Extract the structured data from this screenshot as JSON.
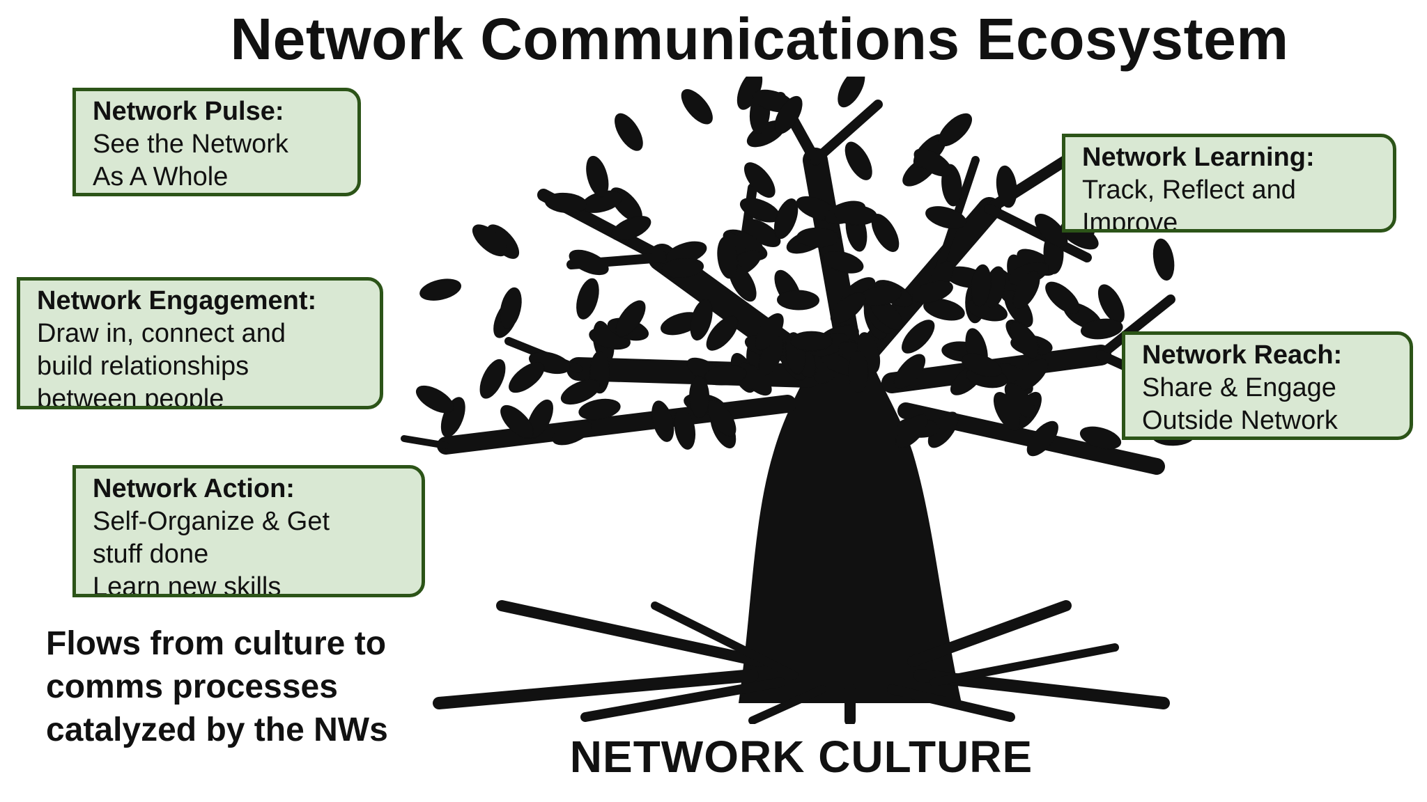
{
  "title": "Network Communications Ecosystem",
  "boxes": [
    {
      "id": "pulse",
      "heading": "Network Pulse:",
      "lines": [
        "See the Network",
        "As A Whole"
      ]
    },
    {
      "id": "engagement",
      "heading": "Network Engagement:",
      "lines": [
        "Draw in, connect and",
        "build relationships",
        "between people"
      ]
    },
    {
      "id": "action",
      "heading": "Network Action:",
      "lines": [
        "Self-Organize & Get",
        "stuff done",
        "Learn new skills"
      ]
    },
    {
      "id": "learning",
      "heading": "Network Learning:",
      "lines": [
        "Track, Reflect and",
        "Improve"
      ]
    },
    {
      "id": "reach",
      "heading": "Network Reach:",
      "lines": [
        "Share & Engage",
        "Outside Network"
      ]
    }
  ],
  "flows_text": [
    "Flows from culture to",
    "comms processes",
    "catalyzed by the NWs"
  ],
  "footer": "NETWORK CULTURE",
  "colors": {
    "box_fill": "#d9e8d3",
    "box_border": "#2c5418",
    "tree": "#111111"
  }
}
